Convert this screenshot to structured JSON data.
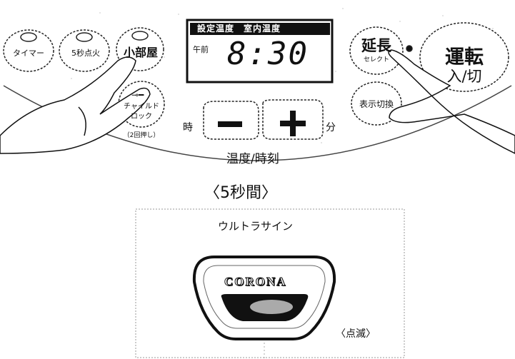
{
  "panel": {
    "timer_button": "タイマー",
    "five_sec_ignition_button": "5秒点火",
    "small_room_button": "小部屋",
    "child_lock_button_line1": "チャイルド",
    "child_lock_button_line2": "ロック",
    "child_lock_note": "（2回押し）",
    "display_header": "設定温度　室内温度",
    "display_ampm": "午前",
    "display_time": "8:30",
    "extend_button_main": "延長",
    "extend_button_sub": "セレクト",
    "power_button_line1": "運転",
    "power_button_line2": "入/切",
    "display_switch_button": "表示切換",
    "hour_label": "時",
    "minute_label": "分",
    "minus_symbol": "−",
    "plus_symbol": "+",
    "temp_time_label": "温度/時刻",
    "duration_note": "〈5秒間〉"
  },
  "sign": {
    "title": "ウルトラサイン",
    "brand": "CORONA",
    "blink_note": "〈点滅〉"
  }
}
